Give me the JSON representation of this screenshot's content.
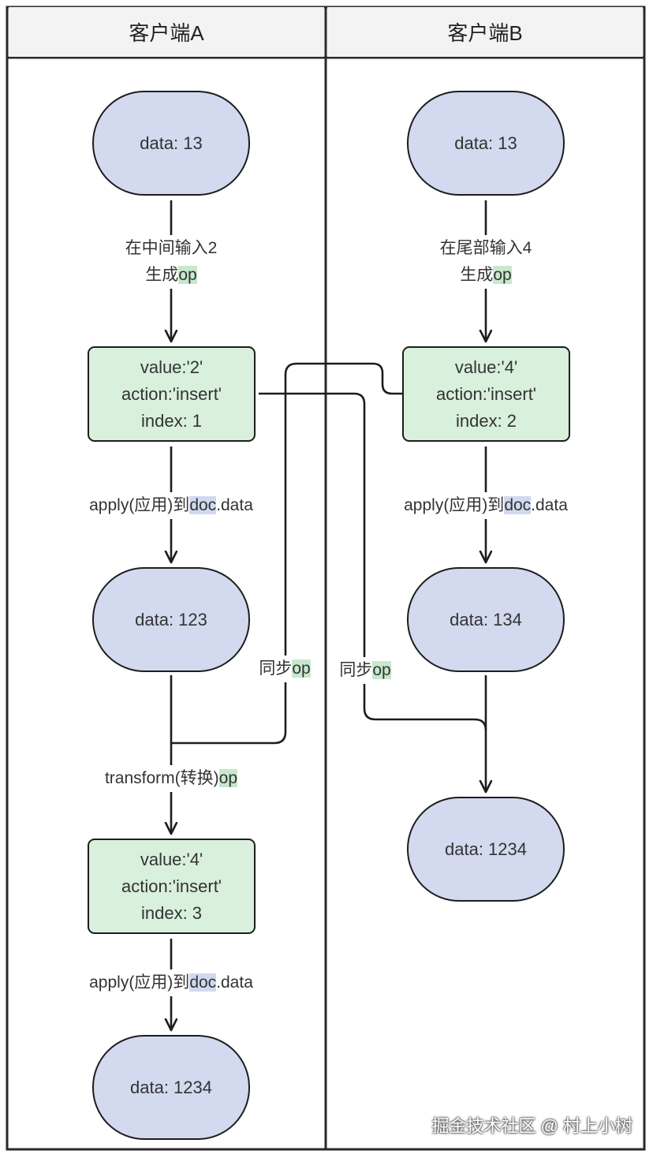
{
  "lanes": {
    "a": {
      "title": "客户端A"
    },
    "b": {
      "title": "客户端B"
    }
  },
  "client_a": {
    "start": {
      "data": "data: 13"
    },
    "op_label": {
      "line1": "在中间输入2",
      "line2_prefix": "生成",
      "line2_highlight": "op"
    },
    "op": {
      "value": "value:'2'",
      "action": "action:'insert'",
      "index": "index: 1"
    },
    "apply1": {
      "prefix": "apply(应用)到",
      "highlight": "doc",
      "suffix": ".data"
    },
    "mid": {
      "data": "data: 123"
    },
    "transform": {
      "prefix": "transform(转换)",
      "highlight": "op"
    },
    "op2": {
      "value": "value:'4'",
      "action": "action:'insert'",
      "index": "index: 3"
    },
    "apply2": {
      "prefix": "apply(应用)到",
      "highlight": "doc",
      "suffix": ".data"
    },
    "end": {
      "data": "data: 1234"
    }
  },
  "client_b": {
    "start": {
      "data": "data: 13"
    },
    "op_label": {
      "line1": "在尾部输入4",
      "line2_prefix": "生成",
      "line2_highlight": "op"
    },
    "op": {
      "value": "value:'4'",
      "action": "action:'insert'",
      "index": "index: 2"
    },
    "apply1": {
      "prefix": "apply(应用)到",
      "highlight": "doc",
      "suffix": ".data"
    },
    "mid": {
      "data": "data: 134"
    },
    "end": {
      "data": "data: 1234"
    }
  },
  "sync": {
    "to_a": {
      "prefix": "同步",
      "highlight": "op"
    },
    "to_b": {
      "prefix": "同步",
      "highlight": "op"
    }
  },
  "watermark": "掘金技术社区 @ 村上小树",
  "colors": {
    "state_fill": "#d3d9ef",
    "op_fill": "#d9f0dc",
    "op_highlight": "#c7e8cd",
    "doc_highlight": "#d0d9ef",
    "stroke": "#1d1d1d"
  }
}
